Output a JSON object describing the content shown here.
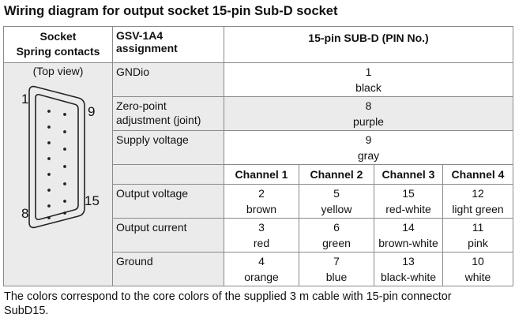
{
  "title": "Wiring diagram for output socket 15-pin Sub-D socket",
  "header": {
    "socket_line1": "Socket",
    "socket_line2": "Spring contacts",
    "gsv_line1": "GSV-1A4",
    "gsv_line2": "assignment",
    "pin_header": "15-pin SUB-D (PIN No.)"
  },
  "connector": {
    "view_label": "(Top view)",
    "pin_1": "1",
    "pin_9": "9",
    "pin_8": "8",
    "pin_15": "15"
  },
  "single_rows": [
    {
      "label_line1": "GNDio",
      "label_line2": "",
      "pin": "1",
      "color": "black"
    },
    {
      "label_line1": "Zero-point",
      "label_line2": "adjustment (joint)",
      "pin": "8",
      "color": "purple"
    },
    {
      "label_line1": "Supply voltage",
      "label_line2": "",
      "pin": "9",
      "color": "gray"
    }
  ],
  "channels": [
    "Channel 1",
    "Channel 2",
    "Channel 3",
    "Channel 4"
  ],
  "channel_rows": [
    {
      "label": "Output voltage",
      "cells": [
        {
          "pin": "2",
          "color": "brown"
        },
        {
          "pin": "5",
          "color": "yellow"
        },
        {
          "pin": "15",
          "color": "red-white"
        },
        {
          "pin": "12",
          "color": "light green"
        }
      ]
    },
    {
      "label": "Output current",
      "cells": [
        {
          "pin": "3",
          "color": "red"
        },
        {
          "pin": "6",
          "color": "green"
        },
        {
          "pin": "14",
          "color": "brown-white"
        },
        {
          "pin": "11",
          "color": "pink"
        }
      ]
    },
    {
      "label": "Ground",
      "cells": [
        {
          "pin": "4",
          "color": "orange"
        },
        {
          "pin": "7",
          "color": "blue"
        },
        {
          "pin": "13",
          "color": "black-white"
        },
        {
          "pin": "10",
          "color": "white"
        }
      ]
    }
  ],
  "footer_line1": "The colors correspond to the core colors of the supplied 3 m cable with 15-pin connector",
  "footer_line2": "SubD15.",
  "colors": {
    "shade": "#ebebeb",
    "border": "#8a8a8a"
  }
}
